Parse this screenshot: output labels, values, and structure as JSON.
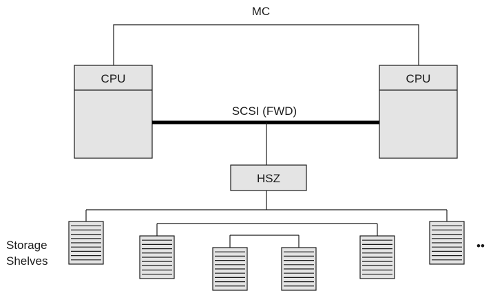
{
  "labels": {
    "mc": "MC",
    "cpu_left": "CPU",
    "cpu_right": "CPU",
    "scsi": "SCSI (FWD)",
    "hsz": "HSZ",
    "storage_line1": "Storage",
    "storage_line2": "Shelves",
    "ellipsis": "••"
  },
  "colors": {
    "box_fill": "#e4e4e4",
    "stroke": "#1a1a1a"
  },
  "icons": {
    "storage_shelf": "shelf-icon"
  }
}
